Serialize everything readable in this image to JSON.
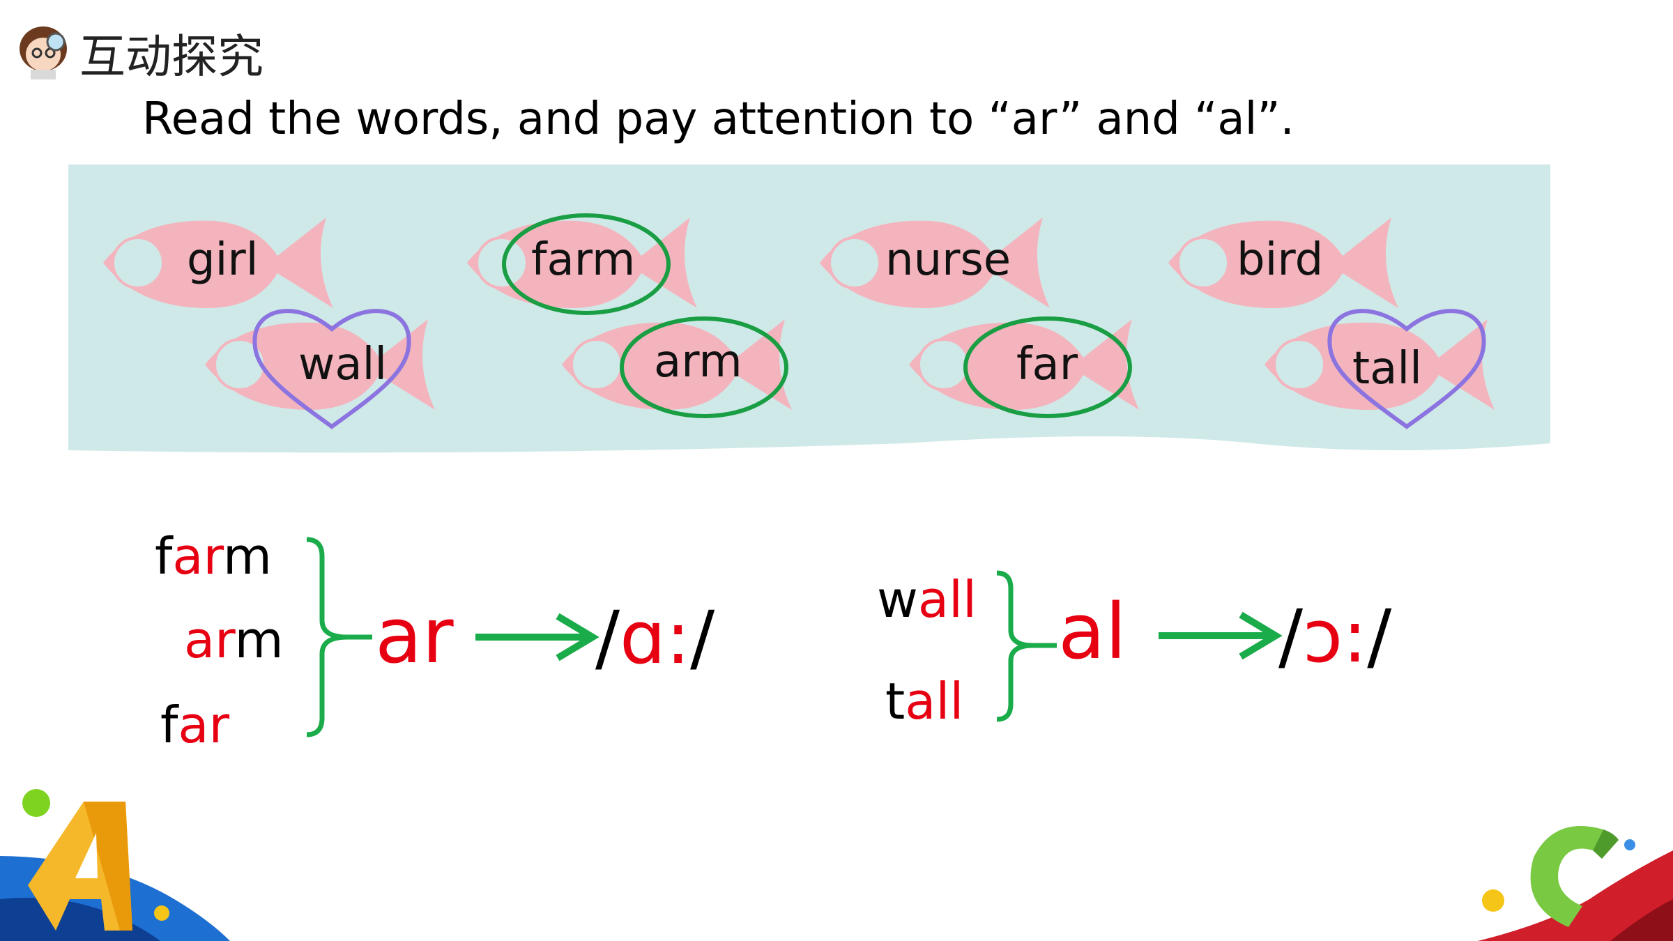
{
  "header": {
    "title": "互动探究",
    "icon": "teacher-avatar-icon"
  },
  "instruction": "Read the words, and pay attention to “ar” and “al”.",
  "fish_words": [
    "girl",
    "farm",
    "nurse",
    "bird",
    "wall",
    "arm",
    "far",
    "tall"
  ],
  "ar_group": {
    "words": [
      {
        "start": "f",
        "mid": "ar",
        "end": "m"
      },
      {
        "start": "",
        "mid": "ar",
        "end": "m"
      },
      {
        "start": "f",
        "mid": "ar",
        "end": ""
      }
    ],
    "pattern": "ar",
    "ipa_open": "/",
    "ipa_sound": "ɑ:",
    "ipa_close": "/"
  },
  "al_group": {
    "words": [
      {
        "start": "w",
        "mid": "all",
        "end": ""
      },
      {
        "start": "t",
        "mid": "all",
        "end": ""
      }
    ],
    "pattern": "al",
    "ipa_open": "/",
    "ipa_sound": "ɔ:",
    "ipa_close": "/"
  },
  "colors": {
    "highlight": "#e60012",
    "arrow": "#1aab4a",
    "circle": "#1a9e44",
    "heart": "#8b73e0",
    "fish": "#f4b4bd",
    "panel": "#cfe9e8"
  }
}
